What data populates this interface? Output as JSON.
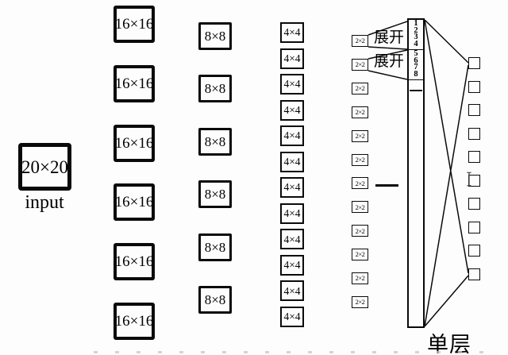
{
  "colors": {
    "ink": "#0a0a0a",
    "background": "#fdfdfd"
  },
  "input": {
    "label": "20×20",
    "caption": "input"
  },
  "columns": {
    "c16": [
      "16×16",
      "16×16",
      "16×16",
      "16×16",
      "16×16",
      "16×16"
    ],
    "c8": [
      "8×8",
      "8×8",
      "8×8",
      "8×8",
      "8×8",
      "8×8"
    ],
    "c4": [
      "4×4",
      "4×4",
      "4×4",
      "4×4",
      "4×4",
      "4×4",
      "4×4",
      "4×4",
      "4×4",
      "4×4",
      "4×4",
      "4×4"
    ],
    "c2": [
      "2×2",
      "2×2",
      "2×2",
      "2×2",
      "2×2",
      "2×2",
      "2×2",
      "2×2",
      "2×2",
      "2×2",
      "2×2",
      "2×2"
    ]
  },
  "expand": {
    "labels": [
      "展开",
      "展开"
    ]
  },
  "flatten_bar": {
    "group1": [
      "1",
      "2",
      "3",
      "4"
    ],
    "group2": [
      "5",
      "6",
      "7",
      "8"
    ]
  },
  "output": {
    "caption": "单层",
    "node_count": 10
  }
}
